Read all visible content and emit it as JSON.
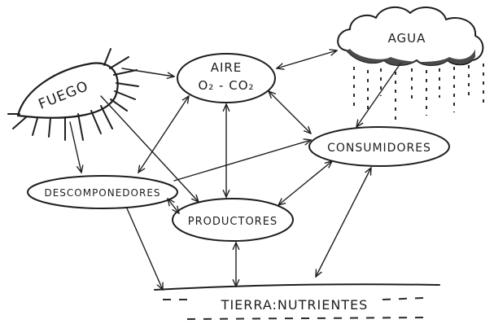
{
  "nodes": {
    "fuego": {
      "label": "FUEGO"
    },
    "aire": {
      "label": "AIRE",
      "formula": "O₂ - CO₂"
    },
    "agua": {
      "label": "AGUA"
    },
    "consumidores": {
      "label": "CONSUMIDORES"
    },
    "descomponedores": {
      "label": "DESCOMPONEDORES"
    },
    "productores": {
      "label": "PRODUCTORES"
    },
    "tierra": {
      "label": "TIERRA:NUTRIENTES"
    }
  },
  "ink_color": "#1e1e1e"
}
